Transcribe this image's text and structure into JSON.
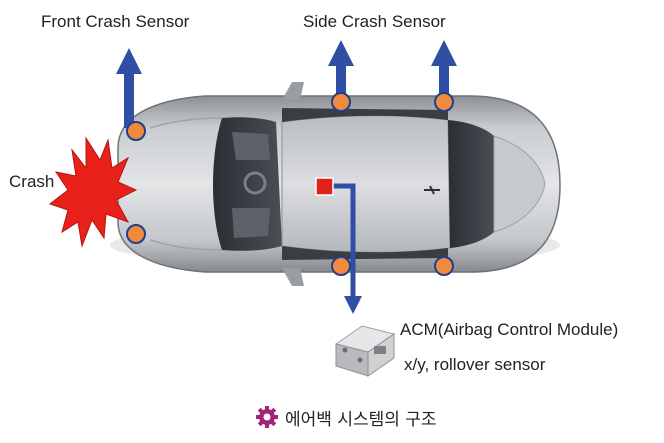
{
  "labels": {
    "front_crash_sensor": "Front Crash Sensor",
    "side_crash_sensor": "Side Crash Sensor",
    "crash": "Crash",
    "acm": "ACM(Airbag Control Module)",
    "acm_sub": "x/y, rollover sensor"
  },
  "caption": {
    "text": "에어백 시스템의 구조",
    "icon": "gear-icon"
  },
  "colors": {
    "arrow": "#2e4fa3",
    "sensor": "#f08a3c",
    "sensor_stroke": "#1f3f8f",
    "crash_burst": "#e8221b",
    "acm_marker": "#e0221b",
    "car_body": "#b9bcc0",
    "caption_icon": "#a4247a"
  }
}
